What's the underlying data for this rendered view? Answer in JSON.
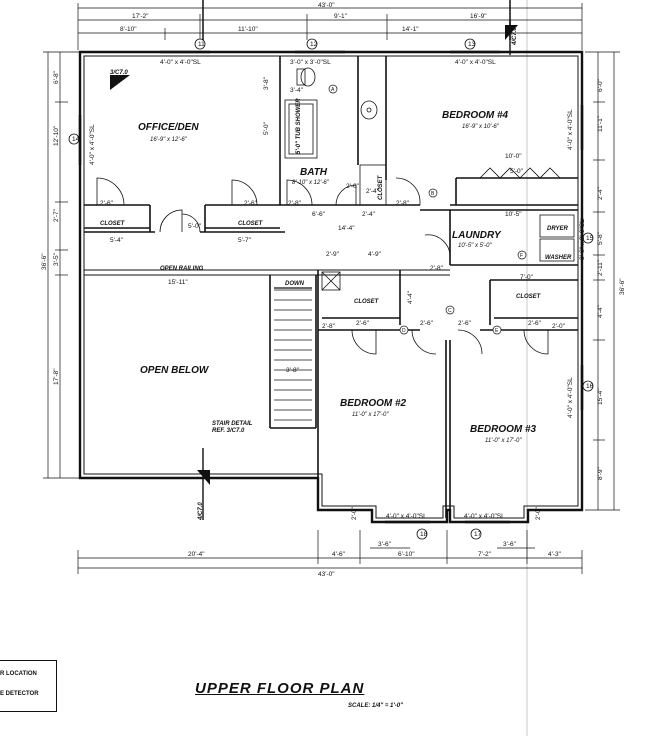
{
  "title": "UPPER FLOOR PLAN",
  "scale": "SCALE: 1/4\" = 1'-0\"",
  "legend": [
    "R LOCATION",
    "E DETECTOR"
  ],
  "rooms": {
    "office": {
      "name": "OFFICE/DEN",
      "size": "16'-9\" x 12'-6\""
    },
    "bedroom4": {
      "name": "BEDROOM #4",
      "size": "16'-9\" x 10'-6\""
    },
    "bath": {
      "name": "BATH",
      "size": "8'-10\" x 12'-6\""
    },
    "laundry": {
      "name": "LAUNDRY",
      "size": "10'-5\" x 5'-0\""
    },
    "bedroom2": {
      "name": "BEDROOM #2",
      "size": "11'-0\" x 17'-0\""
    },
    "bedroom3": {
      "name": "BEDROOM #3",
      "size": "11'-0\" x 17'-0\""
    },
    "open_below": {
      "name": "OPEN BELOW"
    }
  },
  "labels": {
    "closet": "CLOSET",
    "open_railing": "OPEN RAILING",
    "down": "DOWN",
    "stair_detail": "STAIR DETAIL",
    "stair_ref": "REF. 3/C7.0",
    "dryer": "DRYER",
    "washer": "WASHER",
    "shower": "5'-0\" TUB SHOWER",
    "section_ref": "3/C7.0",
    "section_ref_b": "4/C7.0"
  },
  "windows": {
    "w1": "4'-0\" x 4'-0\"SL",
    "w2": "3'-0\" x 3'-0\"SL",
    "w3": "4'-0\" x 4'-0\"SL",
    "w4": "4'-0\" x 4'-0\"SL",
    "w5": "4'-0\" x 4'-0\"SL",
    "w6": "4'-0\" x 4'-0\"SL",
    "w7": "4'-0\" x 4'-0\"SL",
    "w8": "4'-0\" x 4'-0\"SL",
    "w9": "3'-0\" x 3'-0\"SL"
  },
  "markers": [
    "11",
    "12",
    "13",
    "14",
    "15",
    "16",
    "17",
    "18"
  ],
  "tags": [
    "A",
    "B",
    "C",
    "D",
    "E",
    "F"
  ],
  "dims": {
    "top_total": "43'-0\"",
    "top_a": "17'-2\"",
    "top_b": "9'-1\"",
    "top_c": "16'-9\"",
    "top_d": "8'-10\"",
    "top_e": "11'-10\"",
    "top_f": "14'-1\"",
    "left_total": "36'-6\"",
    "left_a": "6'-8\"",
    "left_b": "12'-10\"",
    "left_c": "2'-7\"",
    "left_d": "3'-5\"",
    "left_e": "17'-8\"",
    "right_total": "36'-6\"",
    "right_a": "6'-0\"",
    "right_b": "11'-1\"",
    "right_c": "2'-4\"",
    "right_d": "5'-8\"",
    "right_e": "2'-11\"",
    "right_f": "4'-4\"",
    "right_g": "15'-4\"",
    "right_h": "8'-9\"",
    "bottom_total": "43'-0\"",
    "bottom_a": "20'-4\"",
    "bottom_b": "4'-6\"",
    "bottom_c": "6'-10\"",
    "bottom_d": "7'-2\"",
    "bottom_e": "4'-3\"",
    "bottom_f": "3'-6\"",
    "bottom_g": "3'-6\"",
    "closet_a": "5'-4\"",
    "closet_b": "5'-7\"",
    "door_26": "2'-6\"",
    "door_28": "2'-8\"",
    "door_50": "5'-0\"",
    "door_24": "2'-4\"",
    "door_28b": "2'-8\"",
    "bath_66": "6'-6\"",
    "bath_24": "2'-4\"",
    "bath_144": "14'-4\"",
    "bath_34": "3'-4\"",
    "bath_50": "5'-0\"",
    "bath_38": "3'-8\"",
    "bed4_100": "10'-0\"",
    "bed4_50": "5'-0\"",
    "laundry_105": "10'-5\"",
    "railing": "15'-11\"",
    "stair_38": "3'-8\"",
    "closet2_29": "2'-9\"",
    "closet2_49": "4'-9\"",
    "closet2_44": "4'-4\"",
    "closet3_70": "7'-0\"",
    "b2_20": "2'-0\"",
    "b3_20": "2'-0\""
  }
}
